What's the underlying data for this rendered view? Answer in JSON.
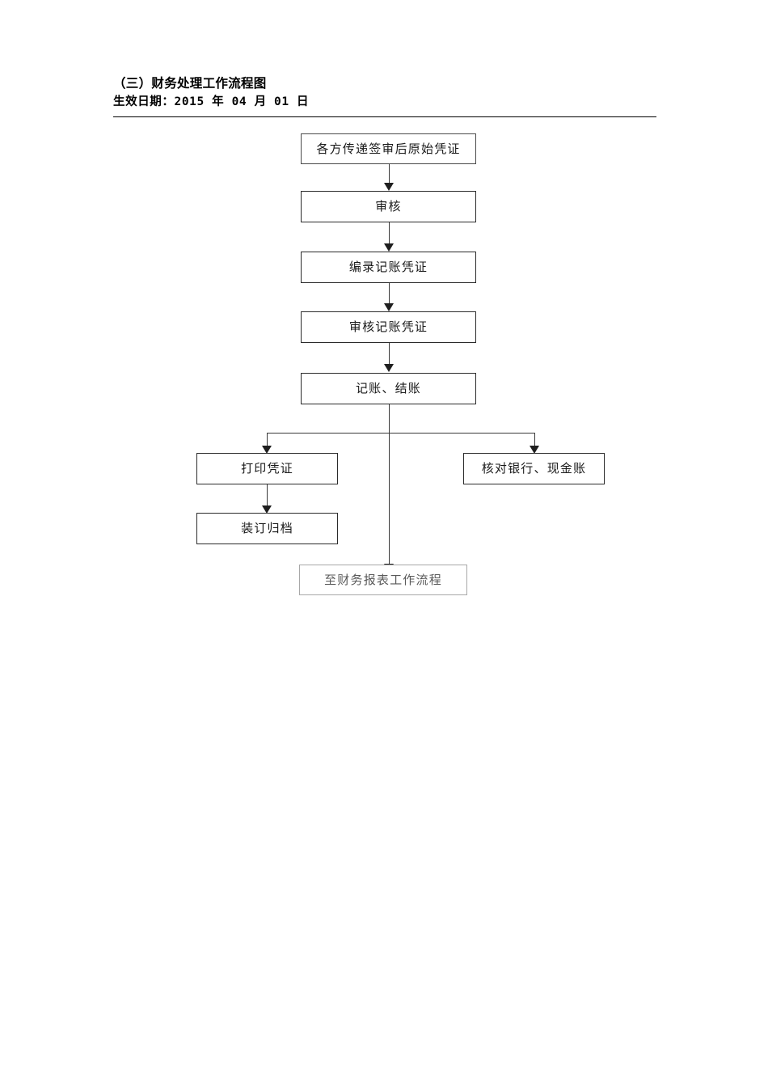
{
  "header": {
    "title": "（三）财务处理工作流程图",
    "effective_date": "生效日期：2015 年 04 月 01 日"
  },
  "flowchart": {
    "title": "财务处理工作流程图",
    "type": "flowchart",
    "orientation": "top-to-bottom",
    "nodes": [
      {
        "id": "n1",
        "label": "各方传递签审后原始凭证",
        "style": "thin"
      },
      {
        "id": "n2",
        "label": "审核",
        "style": "solid"
      },
      {
        "id": "n3",
        "label": "编录记账凭证",
        "style": "solid"
      },
      {
        "id": "n4",
        "label": "审核记账凭证",
        "style": "solid"
      },
      {
        "id": "n5",
        "label": "记账、结账",
        "style": "solid"
      },
      {
        "id": "n6",
        "label": "打印凭证",
        "style": "solid"
      },
      {
        "id": "n7",
        "label": "核对银行、现金账",
        "style": "solid"
      },
      {
        "id": "n8",
        "label": "装订归档",
        "style": "solid"
      },
      {
        "id": "n9",
        "label": "至财务报表工作流程",
        "style": "ghost"
      }
    ],
    "edges": [
      {
        "from": "n1",
        "to": "n2"
      },
      {
        "from": "n2",
        "to": "n3"
      },
      {
        "from": "n3",
        "to": "n4"
      },
      {
        "from": "n4",
        "to": "n5"
      },
      {
        "from": "n5",
        "to": "n6"
      },
      {
        "from": "n5",
        "to": "n7"
      },
      {
        "from": "n5",
        "to": "n9"
      },
      {
        "from": "n6",
        "to": "n8"
      }
    ]
  }
}
